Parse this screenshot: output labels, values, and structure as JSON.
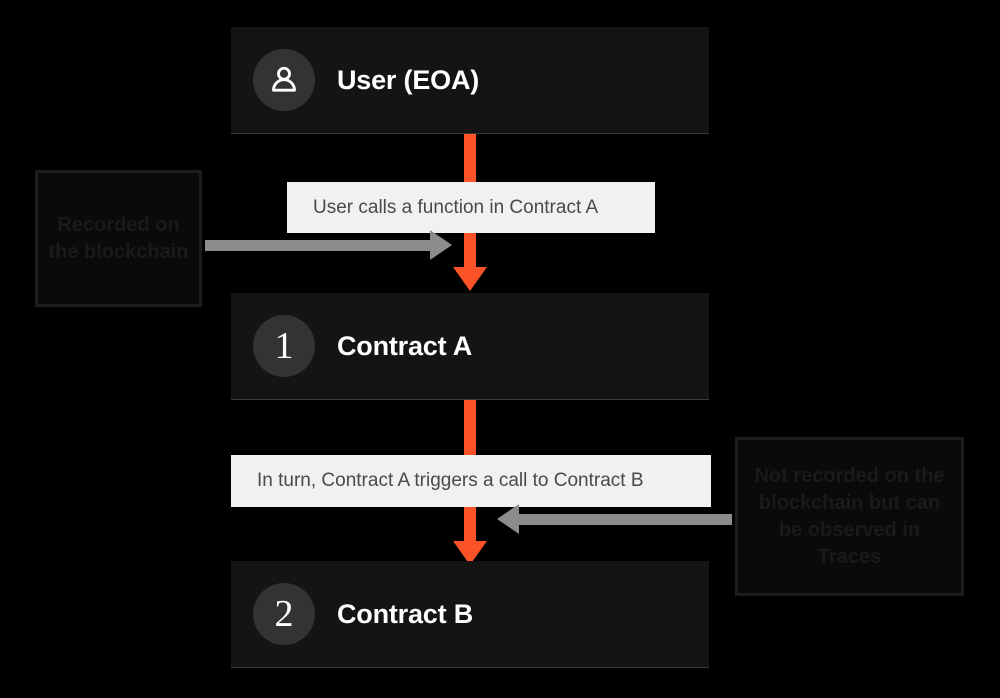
{
  "diagram": {
    "title": "Contract call flow recorded on blockchain vs traces",
    "background_color": "#000000",
    "accent_color": "#fb5228",
    "node_color": "#141414",
    "caption_color": "#f1f1f1",
    "gray_arrow_color": "#8c8c8c"
  },
  "nodes": [
    {
      "id": "user",
      "label": "User (EOA)",
      "badge_type": "person-icon",
      "badge_text": ""
    },
    {
      "id": "contract-a",
      "label": "Contract A",
      "badge_type": "number",
      "badge_text": "1"
    },
    {
      "id": "contract-b",
      "label": "Contract B",
      "badge_type": "number",
      "badge_text": "2"
    }
  ],
  "captions": [
    {
      "id": "caption-1",
      "text": "User calls a function in Contract A"
    },
    {
      "id": "caption-2",
      "text": "In turn, Contract A triggers a call to Contract B"
    }
  ],
  "annotations": [
    {
      "id": "annotation-left",
      "text": "Recorded on the blockchain",
      "direction": "right",
      "target": "caption-1-arrow"
    },
    {
      "id": "annotation-right",
      "text": "Not recorded on the blockchain but can be observed in Traces",
      "direction": "left",
      "target": "caption-2-arrow"
    }
  ],
  "flow_arrows": [
    {
      "id": "arrow-user-to-contract-a",
      "from": "user",
      "to": "contract-a",
      "color": "#fb5228"
    },
    {
      "id": "arrow-contract-a-to-contract-b",
      "from": "contract-a",
      "to": "contract-b",
      "color": "#fb5228"
    }
  ]
}
